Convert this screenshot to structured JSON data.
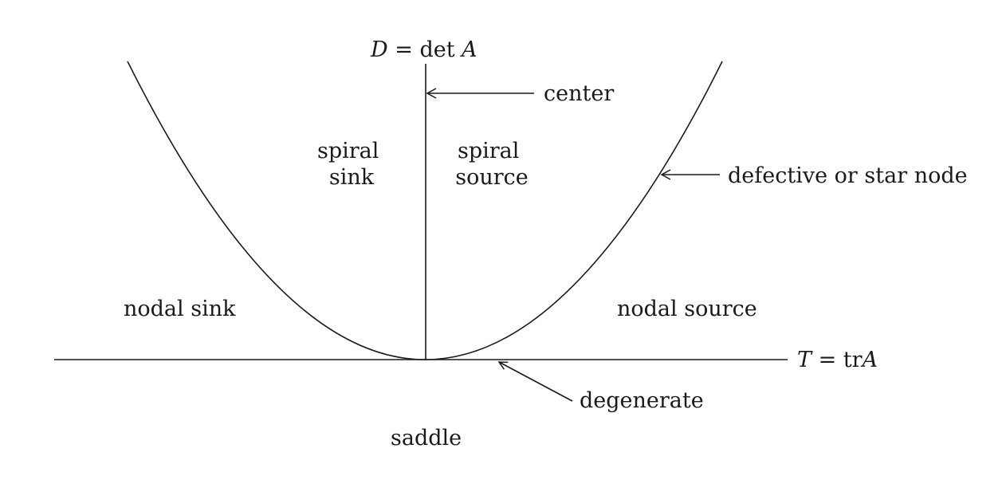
{
  "axes": {
    "y_label_var": "D",
    "y_label_eq": " = det ",
    "y_label_mat": "A",
    "x_label_var": "T",
    "x_label_eq": " = tr",
    "x_label_mat": "A"
  },
  "regions": {
    "spiral_sink": [
      "spiral",
      "sink"
    ],
    "spiral_source": [
      "spiral",
      "source"
    ],
    "nodal_sink": "nodal sink",
    "nodal_source": "nodal source",
    "saddle": "saddle"
  },
  "annotations": {
    "center": "center",
    "defective_or_star_node": "defective or star node",
    "degenerate": "degenerate"
  }
}
